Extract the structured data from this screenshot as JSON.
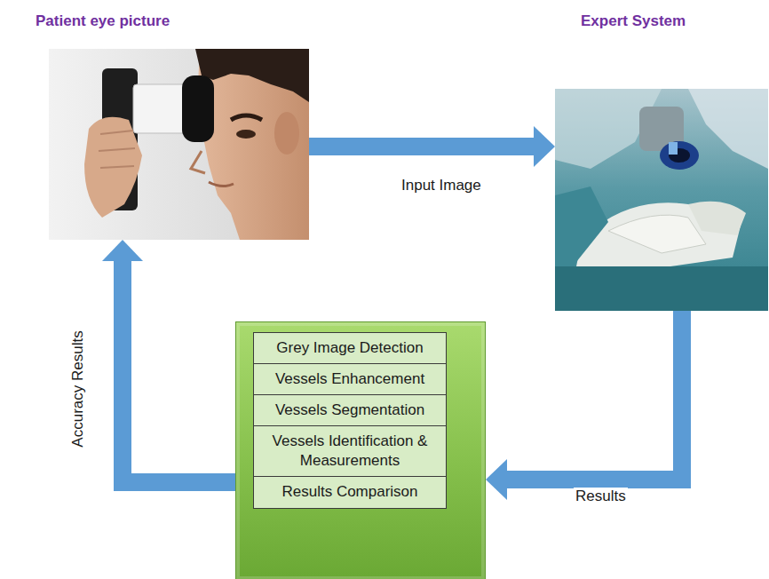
{
  "diagram": {
    "nodes": [
      {
        "text": [
          "Patient eye picture"
        ]
      },
      {
        "text": [
          "Expert System"
        ]
      },
      {
        "text": []
      },
      {
        "text": [
          "Grey Image Detection"
        ],
        "in": 2
      },
      {
        "text": [
          "Vessels Enhancement"
        ],
        "in": 2
      },
      {
        "text": [
          "Vessels Segmentation"
        ],
        "in": 2
      },
      {
        "text": [
          "Vessels Identification & Measurements"
        ],
        "in": 2
      },
      {
        "text": [
          "Results Comparison"
        ],
        "in": 2
      }
    ],
    "edges": [
      {
        "from": 0,
        "to": 1,
        "label": "Input Image",
        "arrow": "to"
      },
      {
        "from": 1,
        "to": 2,
        "label": "Results",
        "arrow": "to"
      },
      {
        "from": 2,
        "to": 0,
        "label": "Accuracy Results",
        "arrow": "to"
      }
    ]
  }
}
